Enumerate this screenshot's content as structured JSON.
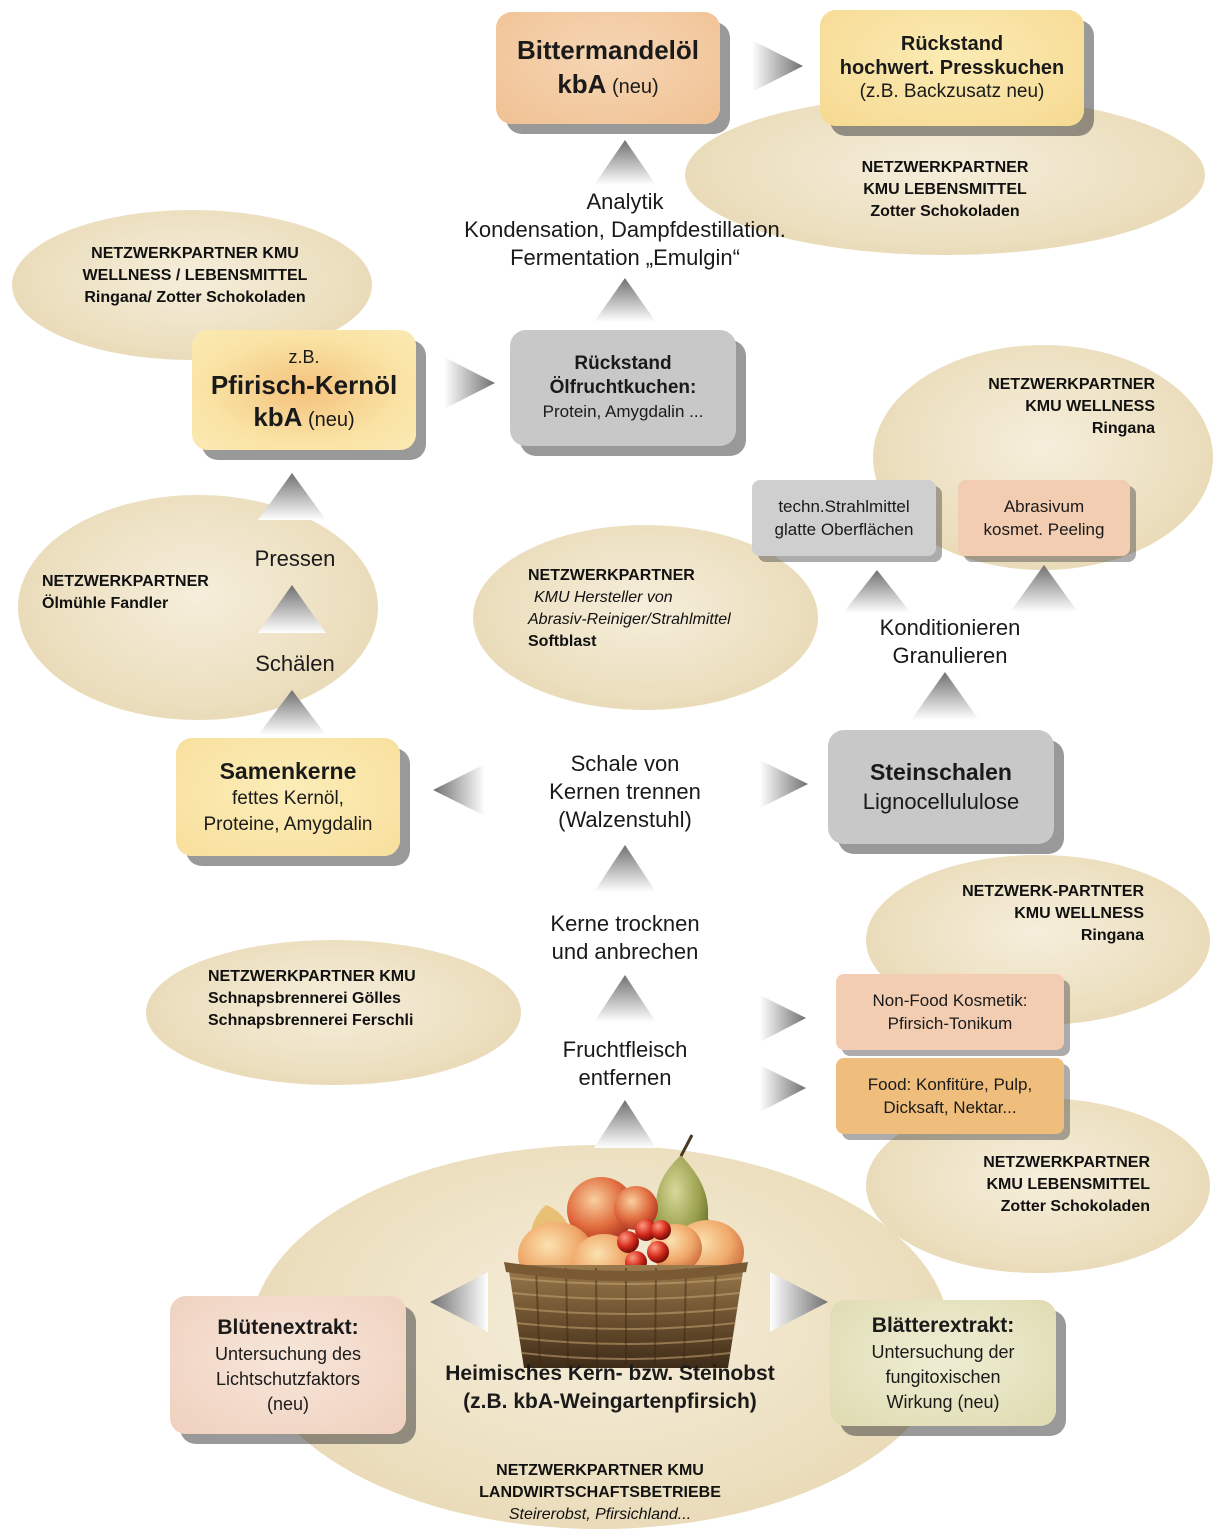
{
  "partners": {
    "top_right": [
      "NETZWERKPARTNER",
      "KMU LEBENSMITTEL",
      "Zotter Schokoladen"
    ],
    "top_left": [
      "NETZWERKPARTNER KMU",
      "WELLNESS / LEBENSMITTEL",
      "Ringana/ Zotter Schokoladen"
    ],
    "mid_left": [
      "NETZWERKPARTNER",
      "Ölmühle Fandler"
    ],
    "mid_center": [
      "NETZWERKPARTNER",
      "KMU Hersteller von",
      "Abrasiv-Reiniger/Strahlmittel",
      "Softblast"
    ],
    "right_wellness": [
      "NETZWERKPARTNER",
      "KMU WELLNESS",
      "Ringana"
    ],
    "right_wellness2": [
      "NETZWERK-PARTNTER",
      "KMU WELLNESS",
      "Ringana"
    ],
    "left_schnaps": [
      "NETZWERKPARTNER KMU",
      "Schnapsbrennerei Gölles",
      "Schnapsbrennerei Ferschli"
    ],
    "right_lebensmittel": [
      "NETZWERKPARTNER",
      "KMU LEBENSMITTEL",
      "Zotter Schokoladen"
    ],
    "bottom": [
      "NETZWERKPARTNER KMU",
      "LANDWIRTSCHAFTSBETRIEBE",
      "Steirerobst, Pfirsichland..."
    ]
  },
  "boxes": {
    "bittermandel": {
      "title": "Bittermandelöl",
      "bold2": "kbA",
      "normal2": " (neu)"
    },
    "rueckstand_press": {
      "title1": "Rückstand",
      "title2": "hochwert. Presskuchen",
      "sub": "(z.B. Backzusatz neu)"
    },
    "kernoel": {
      "pre": "z.B.",
      "title": "Pfirisch-Kernöl",
      "bold2": "kbA",
      "normal2": " (neu)"
    },
    "rueckstand_oel": {
      "title1": "Rückstand",
      "title2": "Ölfruchtkuchen:",
      "sub": "Protein, Amygdalin ..."
    },
    "strahlmittel": {
      "line1": "techn.Strahlmittel",
      "line2": "glatte Oberflächen"
    },
    "abrasivum": {
      "line1": "Abrasivum",
      "line2": "kosmet. Peeling"
    },
    "samenkerne": {
      "title": "Samenkerne",
      "line1": "fettes Kernöl,",
      "line2": "Proteine, Amygdalin"
    },
    "steinschalen": {
      "title": "Steinschalen",
      "line1": "Lignocellululose"
    },
    "nonfood": {
      "line1": "Non-Food Kosmetik:",
      "line2": "Pfirsich-Tonikum"
    },
    "food": {
      "line1": "Food: Konfitüre, Pulp,",
      "line2": "Dicksaft, Nektar..."
    },
    "bluetenextrakt": {
      "title": "Blütenextrakt:",
      "line1": "Untersuchung des",
      "line2": "Lichtschutzfaktors",
      "line3": "(neu)"
    },
    "blaetterextrakt": {
      "title": "Blätterextrakt:",
      "line1": "Untersuchung der",
      "line2": "fungitoxischen",
      "line3": "Wirkung (neu)"
    }
  },
  "process": {
    "analytik": [
      "Analytik",
      "Kondensation, Dampfdestillation.",
      "Fermentation „Emulgin“"
    ],
    "pressen": "Pressen",
    "schaelen": "Schälen",
    "konditionieren": [
      "Konditionieren",
      "Granulieren"
    ],
    "schale": [
      "Schale von",
      "Kernen trennen",
      "(Walzenstuhl)"
    ],
    "kerne": [
      "Kerne trocknen",
      "und anbrechen"
    ],
    "fruchtfleisch": [
      "Fruchtfleisch",
      "entfernen"
    ]
  },
  "source": {
    "line1": "Heimisches Kern- bzw. Steinobst",
    "line2": "(z.B. kbA-Weingartenpfirsich)"
  },
  "colors": {
    "ellipse": "#ecdfbf",
    "orange_box": "#f2c9a0",
    "yellow_box": "#f9e6a3",
    "grey_box": "#c9c9c9",
    "peach_box": "#f3ccb0",
    "food_box": "#efbd7c",
    "green_box": "#e4e2c0",
    "rose_box": "#f2dccd"
  }
}
